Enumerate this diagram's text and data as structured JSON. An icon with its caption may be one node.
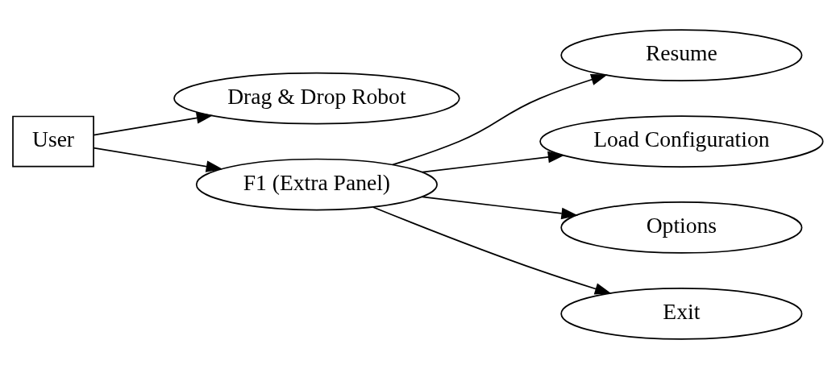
{
  "diagram": {
    "nodes": [
      {
        "text": [
          "User"
        ]
      },
      {
        "text": [
          "Drag & Drop Robot"
        ]
      },
      {
        "text": [
          "F1 (Extra Panel)"
        ]
      },
      {
        "text": [
          "Resume"
        ]
      },
      {
        "text": [
          "Load Configuration"
        ]
      },
      {
        "text": [
          "Options"
        ]
      },
      {
        "text": [
          "Exit"
        ]
      }
    ],
    "edges": [
      {
        "from": 0,
        "to": 1,
        "arrow": "to"
      },
      {
        "from": 0,
        "to": 2,
        "arrow": "to"
      },
      {
        "from": 2,
        "to": 3,
        "arrow": "to"
      },
      {
        "from": 2,
        "to": 4,
        "arrow": "to"
      },
      {
        "from": 2,
        "to": 5,
        "arrow": "to"
      },
      {
        "from": 2,
        "to": 6,
        "arrow": "to"
      }
    ]
  }
}
